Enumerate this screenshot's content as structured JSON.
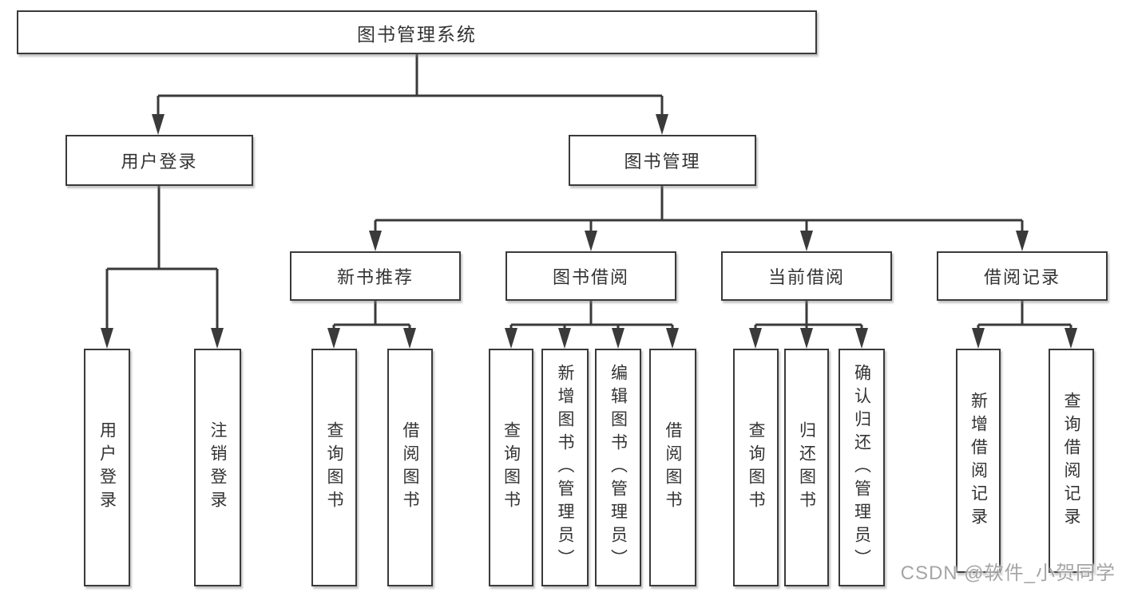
{
  "diagram": {
    "root": {
      "label": "图书管理系统"
    },
    "level2": [
      {
        "label": "用户登录",
        "children": [
          {
            "label": "用户登录"
          },
          {
            "label": "注销登录"
          }
        ]
      },
      {
        "label": "图书管理"
      }
    ],
    "level3": [
      {
        "label": "新书推荐",
        "children": [
          {
            "label": "查询图书"
          },
          {
            "label": "借阅图书"
          }
        ]
      },
      {
        "label": "图书借阅",
        "children": [
          {
            "label": "查询图书"
          },
          {
            "label": "新增图书（管理员）"
          },
          {
            "label": "编辑图书（管理员）"
          },
          {
            "label": "借阅图书"
          }
        ]
      },
      {
        "label": "当前借阅",
        "children": [
          {
            "label": "查询图书"
          },
          {
            "label": "归还图书"
          },
          {
            "label": "确认归还（管理员）"
          }
        ]
      },
      {
        "label": "借阅记录",
        "children": [
          {
            "label": "新增借阅记录"
          },
          {
            "label": "查询借阅记录"
          }
        ]
      }
    ]
  },
  "watermark": {
    "text": "CSDN @软件_小贺同学"
  },
  "colors": {
    "line": "#3a3a3a",
    "box_border": "#3a3a3a",
    "text": "#333333",
    "background": "#ffffff",
    "watermark": "#9b9b9b"
  }
}
